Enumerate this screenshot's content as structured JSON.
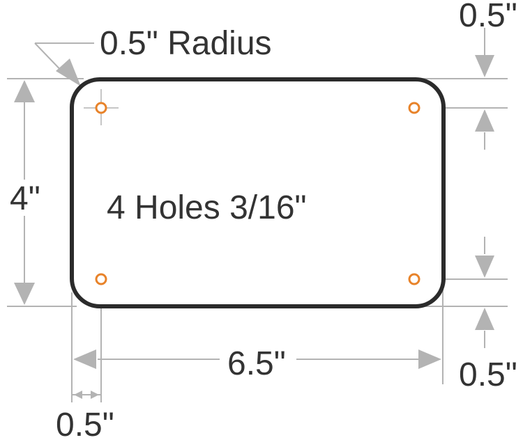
{
  "labels": {
    "radius": "0.5\" Radius",
    "height": "4\"",
    "holes": "4 Holes 3/16\"",
    "width": "6.5\"",
    "top_right_offset": "0.5\"",
    "bottom_right_offset": "0.5\"",
    "bottom_left_offset": "0.5\""
  },
  "colors": {
    "outline": "#2b2b2b",
    "dimension": "#b3b3b3",
    "hole": "#e8832a",
    "text": "#333333"
  }
}
